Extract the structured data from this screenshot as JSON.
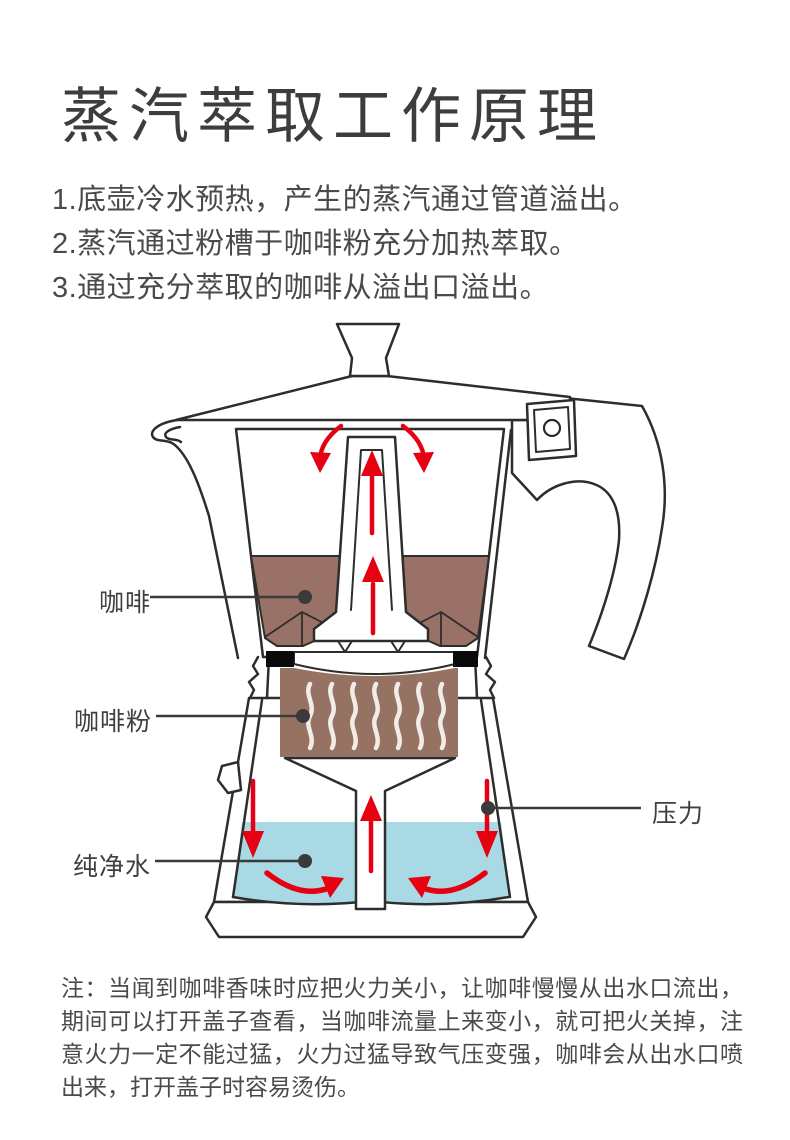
{
  "page": {
    "title": "蒸汽萃取工作原理",
    "steps": [
      "1.底壶冷水预热，产生的蒸汽通过管道溢出。",
      "2.蒸汽通过粉槽于咖啡粉充分加热萃取。",
      "3.通过充分萃取的咖啡从溢出口溢出。"
    ],
    "note": "注：当闻到咖啡香味时应把火力关小，让咖啡慢慢从出水口流出，期间可以打开盖子查看，当咖啡流量上来变小，就可把火关掉，注意火力一定不能过猛，火力过猛导致气压变强，咖啡会从出水口喷出来，打开盖子时容易烫伤。"
  },
  "diagram": {
    "labels": {
      "coffee": "咖啡",
      "coffee_powder": "咖啡粉",
      "pure_water": "纯净水",
      "pressure": "压力"
    },
    "colors": {
      "coffee": "#9a7166",
      "coffee_powder": "#967263",
      "steam_wave": "#f2ece8",
      "water": "#a9d9e5",
      "arrow_red": "#e60012",
      "outline": "#2d2d2d",
      "gasket_black": "#0a0a0a",
      "label_line": "#3a3a3a"
    }
  }
}
